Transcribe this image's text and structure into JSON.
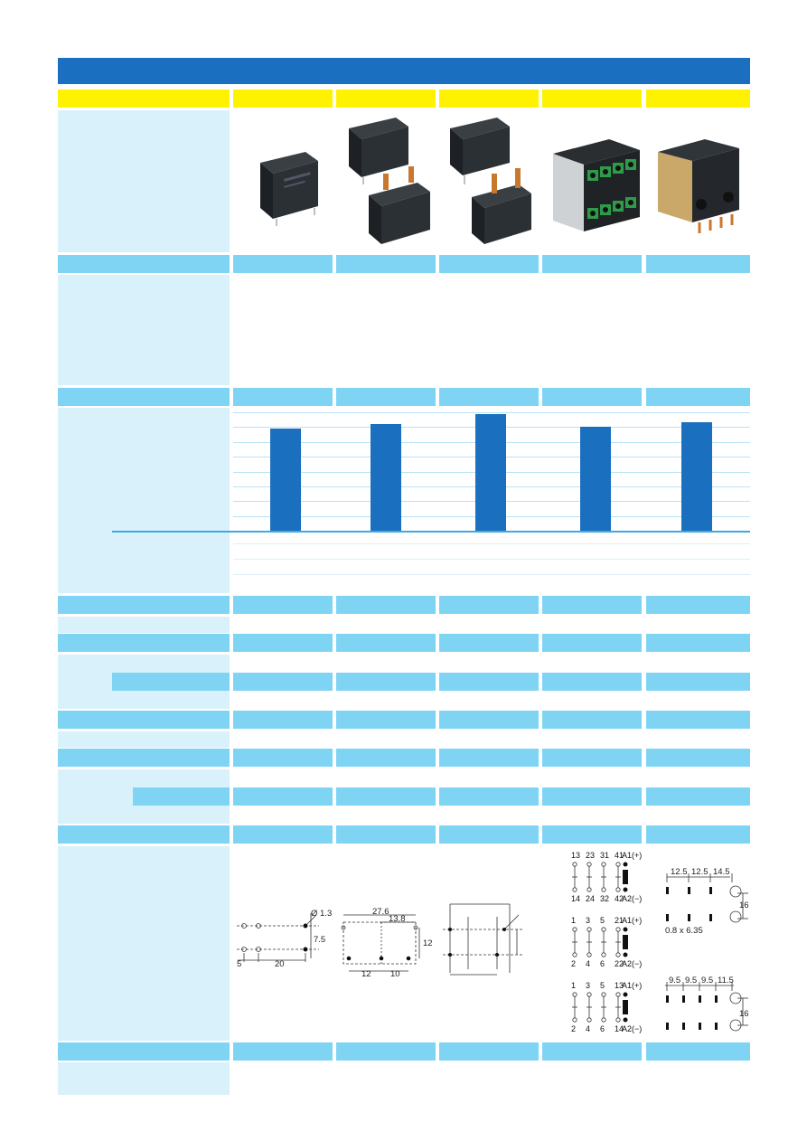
{
  "colors": {
    "header_blue": "#1b6fc0",
    "band_yellow": "#fff200",
    "band_cyan": "#7fd4f4",
    "label_pale": "#d9f1fb",
    "bar_blue": "#1a6fbf"
  },
  "chart_data": {
    "type": "bar",
    "categories": [
      "",
      "",
      "",
      "",
      ""
    ],
    "values": [
      6.9,
      7.2,
      7.9,
      7.0,
      7.3
    ],
    "ylim": [
      0,
      8
    ],
    "grid": true
  },
  "dimensions": {
    "col1": {
      "dia": "Ø 1.3",
      "h1": "7.5",
      "w1": "5",
      "w2": "20"
    },
    "col2": {
      "w_total": "27.6",
      "w_half": "13.8",
      "h": "12",
      "w_a": "12",
      "w_b": "10"
    },
    "col5": {
      "top_spacing": [
        "12.5",
        "12.5",
        "14.5"
      ],
      "top_height": "16",
      "pin_size": "0.8 x 6.35",
      "bottom_spacing": [
        "9.5",
        "9.5",
        "9.5",
        "11.5"
      ],
      "bottom_height": "16"
    }
  },
  "schematics": [
    {
      "top": [
        "13",
        "23",
        "31",
        "41"
      ],
      "bottom": [
        "14",
        "24",
        "32",
        "42"
      ],
      "coil_top": "A1(+)",
      "coil_bottom": "A2(−)"
    },
    {
      "top": [
        "1",
        "3",
        "5",
        "21"
      ],
      "bottom": [
        "2",
        "4",
        "6",
        "22"
      ],
      "coil_top": "A1(+)",
      "coil_bottom": "A2(−)"
    },
    {
      "top": [
        "1",
        "3",
        "5",
        "13"
      ],
      "bottom": [
        "2",
        "4",
        "6",
        "14"
      ],
      "coil_top": "A1(+)",
      "coil_bottom": "A2(−)"
    }
  ],
  "product_images": [
    "relay-pcb-small",
    "relay-pcb-tab-pair",
    "relay-pcb-tab-pair-alt",
    "relay-contactor-green-terminals",
    "relay-contactor-pcb-pins"
  ]
}
